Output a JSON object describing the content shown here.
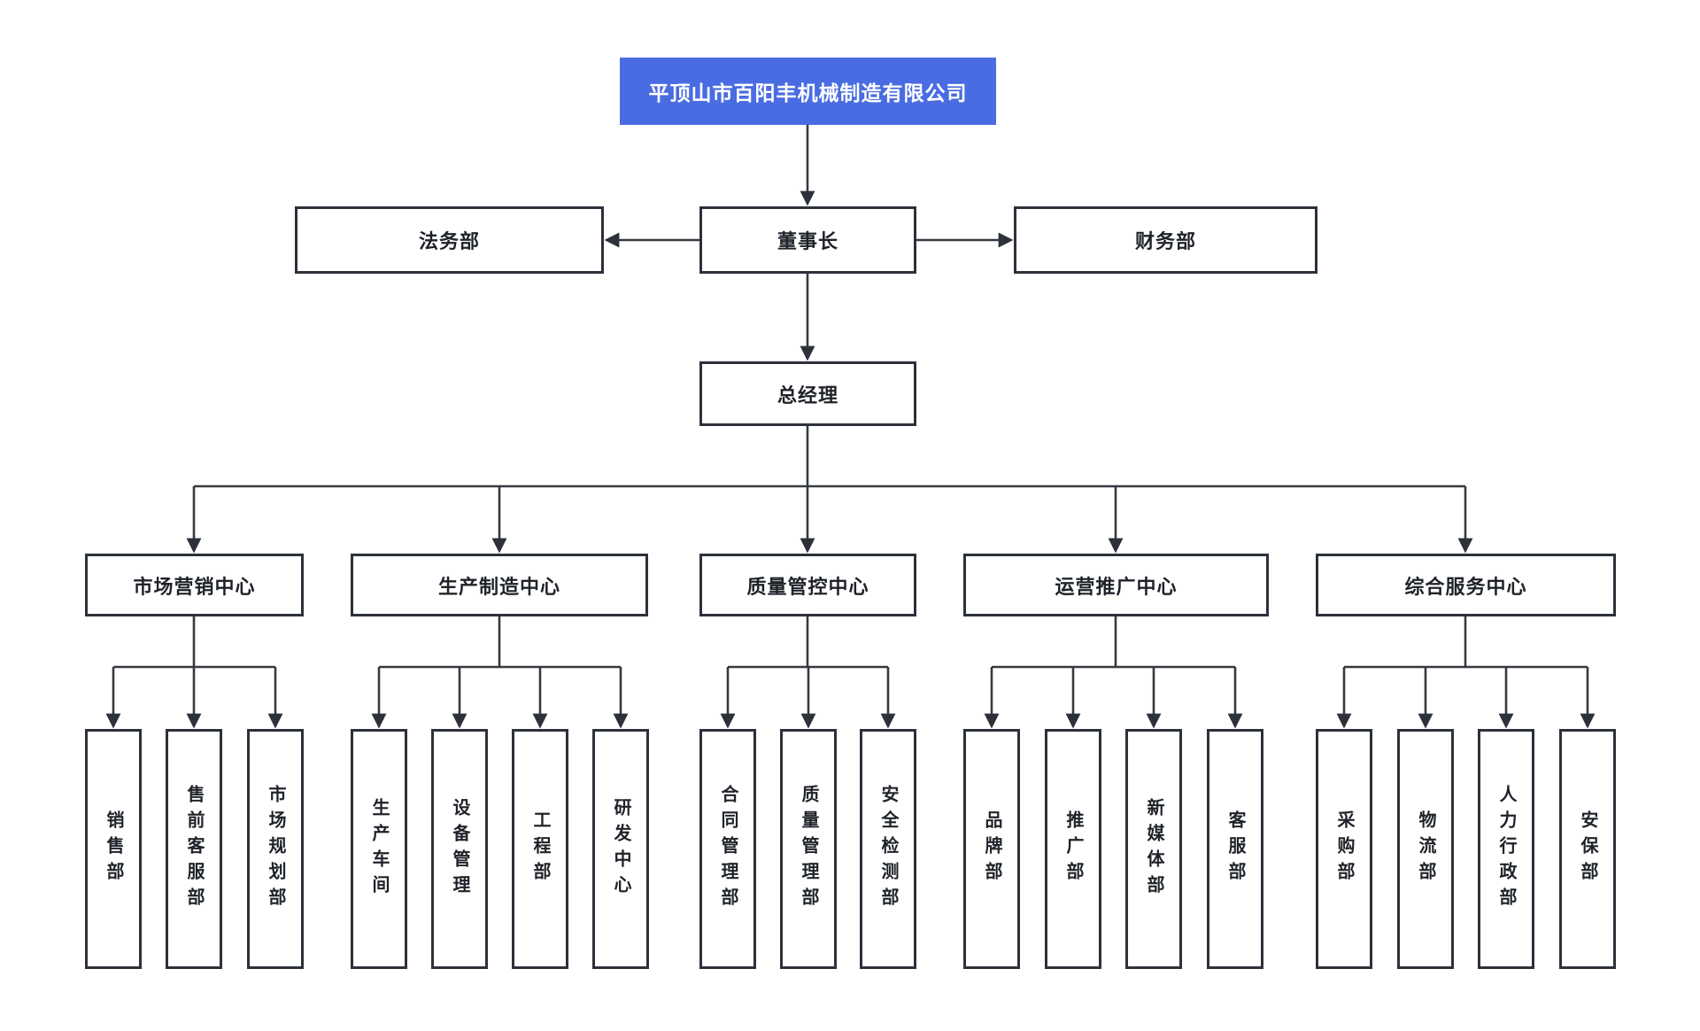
{
  "colors": {
    "root_fill": "#4a6ce2",
    "root_text": "#ffffff",
    "box_fill": "#ffffff",
    "box_border": "#2c313a",
    "connector": "#363a40",
    "label_text": "#1f2329",
    "canvas_bg": "#ffffff"
  },
  "org": {
    "company": {
      "label": "平顶山市百阳丰机械制造有限公司"
    },
    "chairman": {
      "label": "董事长"
    },
    "legal": {
      "label": "法务部"
    },
    "finance": {
      "label": "财务部"
    },
    "gm": {
      "label": "总经理"
    },
    "centers": [
      {
        "label": "市场营销中心",
        "departments": [
          {
            "label": "销售部"
          },
          {
            "label": "售前客服部"
          },
          {
            "label": "市场规划部"
          }
        ]
      },
      {
        "label": "生产制造中心",
        "departments": [
          {
            "label": "生产车间"
          },
          {
            "label": "设备管理"
          },
          {
            "label": "工程部"
          },
          {
            "label": "研发中心"
          }
        ]
      },
      {
        "label": "质量管控中心",
        "departments": [
          {
            "label": "合同管理部"
          },
          {
            "label": "质量管理部"
          },
          {
            "label": "安全检测部"
          }
        ]
      },
      {
        "label": "运营推广中心",
        "departments": [
          {
            "label": "品牌部"
          },
          {
            "label": "推广部"
          },
          {
            "label": "新媒体部"
          },
          {
            "label": "客服部"
          }
        ]
      },
      {
        "label": "综合服务中心",
        "departments": [
          {
            "label": "采购部"
          },
          {
            "label": "物流部"
          },
          {
            "label": "人力行政部"
          },
          {
            "label": "安保部"
          }
        ]
      }
    ]
  }
}
